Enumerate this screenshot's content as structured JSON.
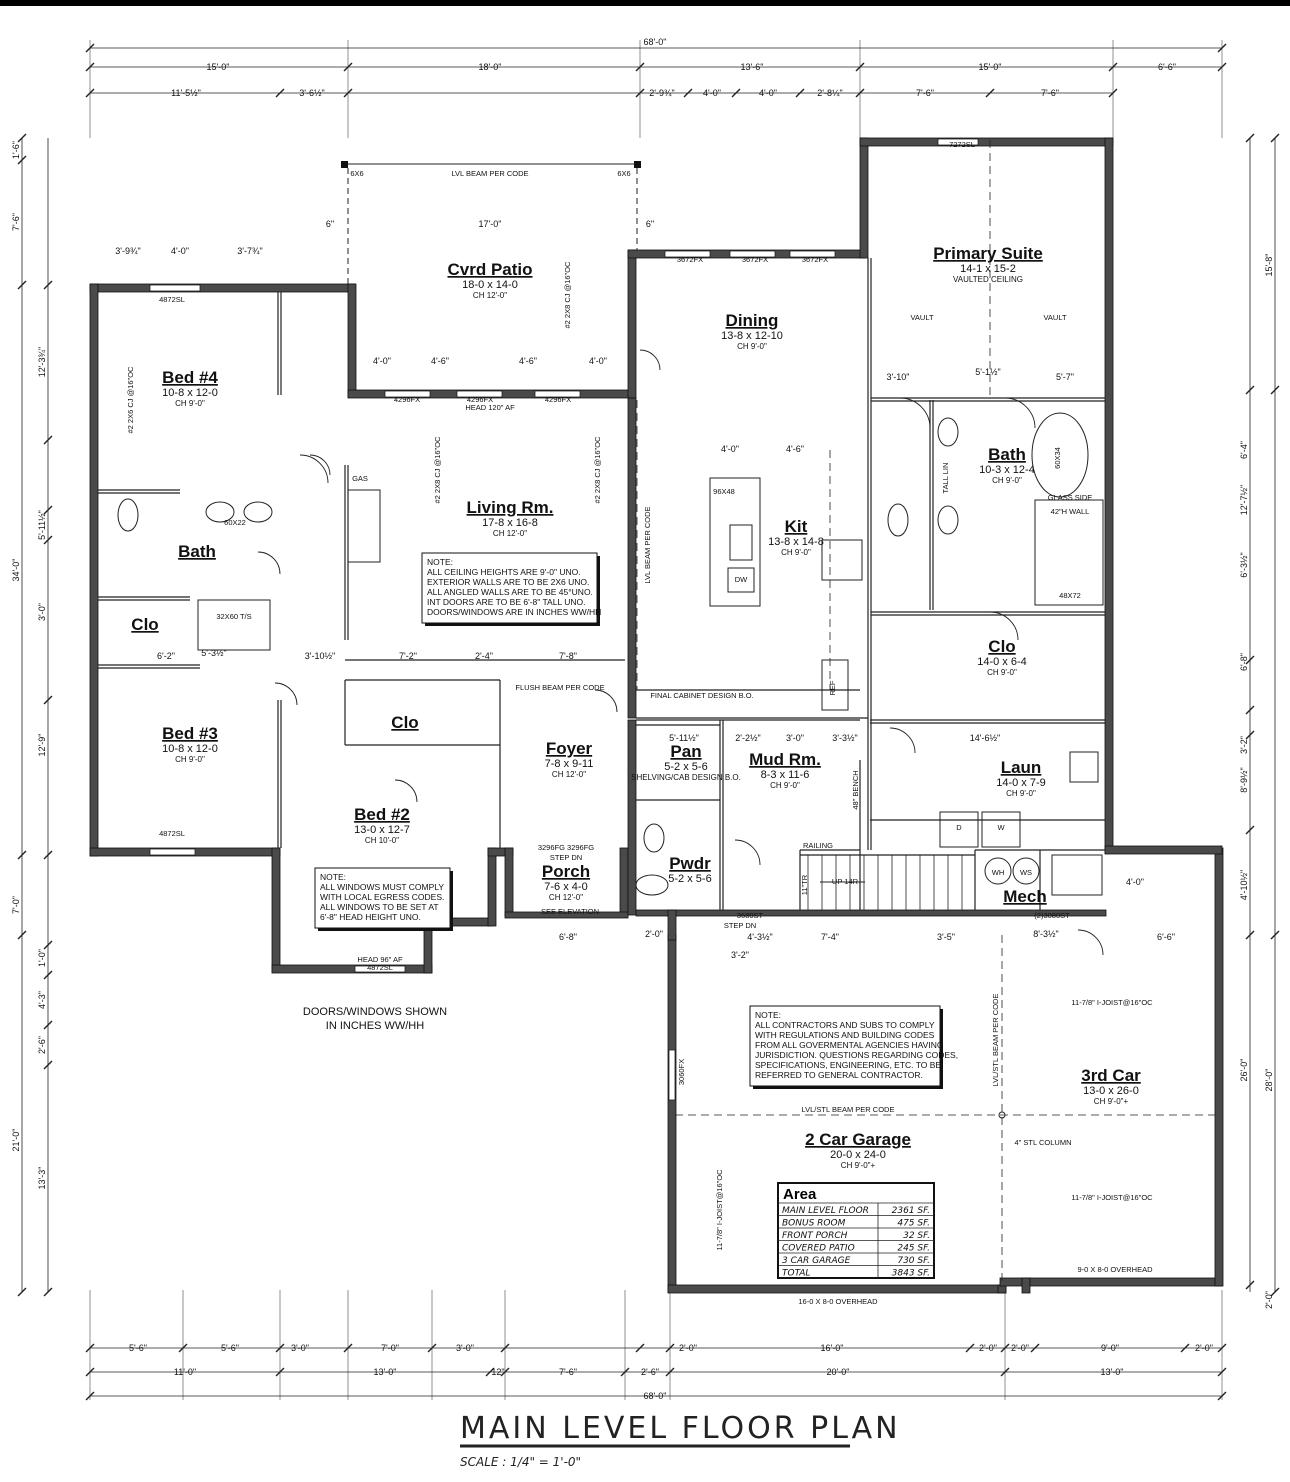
{
  "title": "MAIN LEVEL FLOOR PLAN",
  "scale": "SCALE : 1/4\" = 1'-0\"",
  "rooms": [
    {
      "name": "Cvrd Patio",
      "dims": "18-0 x 14-0",
      "note": "CH 12'-0\""
    },
    {
      "name": "Bed #4",
      "dims": "10-8 x 12-0",
      "note": "CH 9'-0\""
    },
    {
      "name": "Bath",
      "dims": "",
      "note": ""
    },
    {
      "name": "Clo",
      "dims": "",
      "note": ""
    },
    {
      "name": "Bed #3",
      "dims": "10-8 x 12-0",
      "note": "CH 9'-0\""
    },
    {
      "name": "Living Rm.",
      "dims": "17-8 x 16-8",
      "note": "CH 12'-0\""
    },
    {
      "name": "Dining",
      "dims": "13-8 x 12-10",
      "note": "CH 9'-0\""
    },
    {
      "name": "Kit",
      "dims": "13-8 x 14-8",
      "note": "CH 9'-0\""
    },
    {
      "name": "Primary Suite",
      "dims": "14-1 x 15-2",
      "note": "VAULTED CEILING"
    },
    {
      "name": "Bath",
      "dims": "10-3 x 12-4",
      "note": "CH 9'-0\""
    },
    {
      "name": "Clo",
      "dims": "14-0 x 6-4",
      "note": "CH 9'-0\""
    },
    {
      "name": "Clo",
      "dims": "",
      "note": ""
    },
    {
      "name": "Bed #2",
      "dims": "13-0 x 12-7",
      "note": "CH 10'-0\""
    },
    {
      "name": "Foyer",
      "dims": "7-8 x 9-11",
      "note": "CH 12'-0\""
    },
    {
      "name": "Porch",
      "dims": "7-6 x 4-0",
      "note": "CH 12'-0\""
    },
    {
      "name": "Pan",
      "dims": "5-2 x 5-6",
      "note": "SHELVING/CAB DESIGN B.O."
    },
    {
      "name": "Mud Rm.",
      "dims": "8-3 x 11-6",
      "note": "CH 9'-0\""
    },
    {
      "name": "Pwdr",
      "dims": "5-2 x 5-6",
      "note": ""
    },
    {
      "name": "Laun",
      "dims": "14-0 x 7-9",
      "note": "CH 9'-0\""
    },
    {
      "name": "Mech",
      "dims": "",
      "note": ""
    },
    {
      "name": "2 Car Garage",
      "dims": "20-0 x 24-0",
      "note": "CH 9'-0\"+"
    },
    {
      "name": "3rd Car",
      "dims": "13-0 x 26-0",
      "note": "CH 9'-0\"+"
    }
  ],
  "dimensions": {
    "top_overall": [
      "68'-0\""
    ],
    "top_row2": [
      "15'-0\"",
      "18'-0\"",
      "13'-6\"",
      "15'-0\"",
      "6'-6\""
    ],
    "top_row3": [
      "11'-5½\"",
      "3'-6½\"",
      "2'-9¾\"",
      "4'-0\"",
      "4'-0\"",
      "2'-8¼\"",
      "7'-6\"",
      "7'-6\""
    ],
    "bottom_row1": [
      "5'-6\"",
      "5'-6\"",
      "3'-0\"",
      "7'-0\"",
      "3'-0\"",
      "2'-0\"",
      "16'-0\"",
      "2'-0\"",
      "2'-0\"",
      "9'-0\"",
      "2'-0\""
    ],
    "bottom_row2": [
      "11'-0\"",
      "13'-0\"",
      "12\"",
      "7'-6\"",
      "2'-6\"",
      "20'-0\"",
      "13'-0\""
    ],
    "bottom_overall": [
      "68'-0\""
    ],
    "left_outer": [
      "1'-6\"",
      "7'-6\"",
      "34'-0\"",
      "7'-0\"",
      "21'-0\""
    ],
    "left_inner": [
      "12'-3¾\"",
      "5'-11½\"",
      "3'-0\"",
      "12'-9\"",
      "1'-0\"",
      "4'-3\"",
      "2'-6\"",
      "13'-3\""
    ],
    "right_inner": [
      "6'-4\"",
      "12'-7½\"",
      "6'-3½\"",
      "6'-8\"",
      "3'-2\"",
      "8'-9½\"",
      "4'-10½\"",
      "26'-0\""
    ],
    "right_outer": [
      "15'-8\"",
      "28'-0\"",
      "2'-0\""
    ],
    "interior": [
      "17'-0\"",
      "6\"",
      "6\"",
      "4'-0\"",
      "4'-6\"",
      "4'-6\"",
      "4'-0\"",
      "3'-9¾\"",
      "4'-0\"",
      "3'-7¾\"",
      "3'-10\"",
      "5'-1½\"",
      "5'-7\"",
      "4'-0\"",
      "4'-6\"",
      "7'-2\"",
      "2'-4\"",
      "7'-8\"",
      "6'-2\"",
      "5'-3½\"",
      "3'-10½\"",
      "5'-11½\"",
      "2'-2½\"",
      "3'-0\"",
      "3'-3½\"",
      "14'-6½\"",
      "7'-4\"",
      "3'-5\"",
      "6'-6\"",
      "6'-8\"",
      "8'-3½\"",
      "4'-3½\"",
      "3'-2\"",
      "2'-0\"",
      "4'-0\""
    ]
  },
  "annotations": {
    "patio_beam": "LVL BEAM PER CODE",
    "post_left": "6X6",
    "post_right": "6X6",
    "living_head": "HEAD 120\" AF",
    "living_windows": [
      "4296FX",
      "4296FX",
      "4296FX"
    ],
    "dining_windows": [
      "3672FX",
      "3672FX",
      "3672FX"
    ],
    "primary_window": "7272SL",
    "bed4_window": "4872SL",
    "bed3_window": "4872SL",
    "bed2_window": "4872SL",
    "bed2_head": "HEAD 96\" AF",
    "living_beam": "LVL BEAM PER CODE",
    "flush_beam": "FLUSH BEAM PER CODE",
    "cabinet": "FINAL CABINET DESIGN B.O.",
    "island": "96X48",
    "dw": "DW",
    "ref": "REF",
    "gas": "GAS",
    "vanity": "60X22",
    "tub": "32X60 T/S",
    "primary_tub": "60X34",
    "shower": "48X72",
    "glass_side": "GLASS SIDE",
    "half_wall": "42\"H WALL",
    "tall_lin": "TALL LIN",
    "vault_left": "VAULT",
    "vault_right": "VAULT",
    "water_heater": "WH",
    "water_softener": "WS",
    "dryer": "D",
    "washer": "W",
    "bench": "48\" BENCH",
    "railing": "RAILING",
    "stairs": "UP 14R",
    "tread": "11\"TR",
    "step_dn": "STEP DN",
    "step_dn_2": "STEP DN",
    "see_elevation": "SEE ELEVATION",
    "porch_doors": "3296FG  3296FG",
    "mud_door": "3680ST",
    "mech_door": "(2)3080ST",
    "garage_window": "3060FX",
    "garage_beam": "LVL/STL BEAM PER CODE",
    "garage_beam_v": "LVL/STL BEAM PER CODE",
    "column": "4\" STL COLUMN",
    "overhead_2car": "16-0 X 8-0 OVERHEAD",
    "overhead_3rd": "9-0 X 8-0 OVERHEAD",
    "joist_1": "11-7/8\" I-JOIST@16\"OC",
    "joist_2": "11-7/8\" I-JOIST@16\"OC",
    "joist_v": "11-7/8\" I-JOIST@16\"OC",
    "cj_1": "#2 2X6 CJ @16\"OC",
    "cj_2": "#2 2X8 CJ @16\"OC",
    "cj_3": "#2 2X8 CJ @16\"OC",
    "cj_4": "#2 2X8 CJ @16\"OC",
    "doors_windows_note": [
      "DOORS/WINDOWS SHOWN",
      "IN INCHES WW/HH"
    ]
  },
  "notes": {
    "general": [
      "NOTE:",
      "ALL CEILING HEIGHTS ARE 9'-0\" UNO.",
      "EXTERIOR WALLS ARE TO BE 2X6 UNO.",
      "ALL ANGLED WALLS ARE TO BE 45°UNO.",
      "INT DOORS ARE TO BE 6'-8\" TALL UNO.",
      "DOORS/WINDOWS ARE IN INCHES WW/HH"
    ],
    "windows": [
      "NOTE:",
      "ALL WINDOWS MUST COMPLY",
      "WITH LOCAL EGRESS CODES.",
      "ALL WINDOWS TO BE SET AT",
      "6'-8\" HEAD HEIGHT UNO."
    ],
    "contractors": [
      "NOTE:",
      "ALL CONTRACTORS AND SUBS TO COMPLY",
      "WITH REGULATIONS AND BUILDING CODES",
      "FROM ALL GOVERMENTAL AGENCIES HAVING",
      "JURISDICTION. QUESTIONS REGARDING CODES,",
      "SPECIFICATIONS, ENGINEERING, ETC. TO BE",
      "REFERRED TO GENERAL CONTRACTOR."
    ]
  },
  "area_table": {
    "heading": "Area",
    "rows": [
      {
        "label": "MAIN LEVEL FLOOR",
        "value": "2361 SF."
      },
      {
        "label": "BONUS ROOM",
        "value": "475 SF."
      },
      {
        "label": "FRONT PORCH",
        "value": "32 SF."
      },
      {
        "label": "COVERED PATIO",
        "value": "245 SF."
      },
      {
        "label": "3 CAR GARAGE",
        "value": "730 SF."
      },
      {
        "label": "TOTAL",
        "value": "3843 SF."
      }
    ]
  }
}
